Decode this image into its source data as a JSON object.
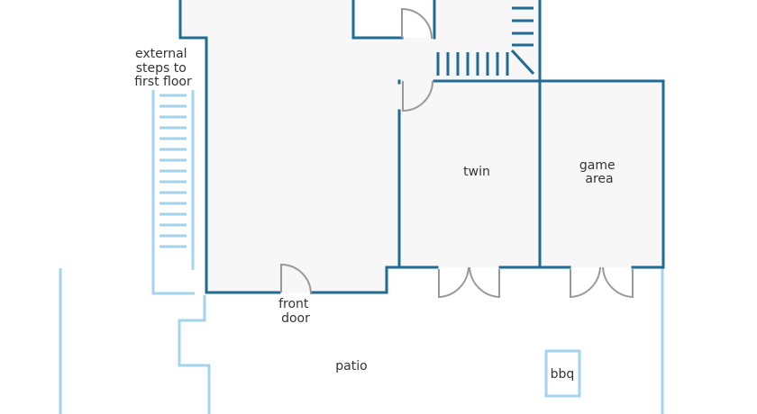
{
  "colors": {
    "wall": "#1f6b96",
    "exterior": "#a3d4eb",
    "floor": "#f7f7f7",
    "door": "#999999",
    "text": "#333333"
  },
  "labels": {
    "external_steps": [
      "external",
      "steps to",
      "first floor"
    ],
    "front_door": [
      "front",
      "door"
    ],
    "patio": "patio",
    "twin": "twin",
    "game_area": [
      "game",
      "area"
    ],
    "bbq": "bbq"
  }
}
